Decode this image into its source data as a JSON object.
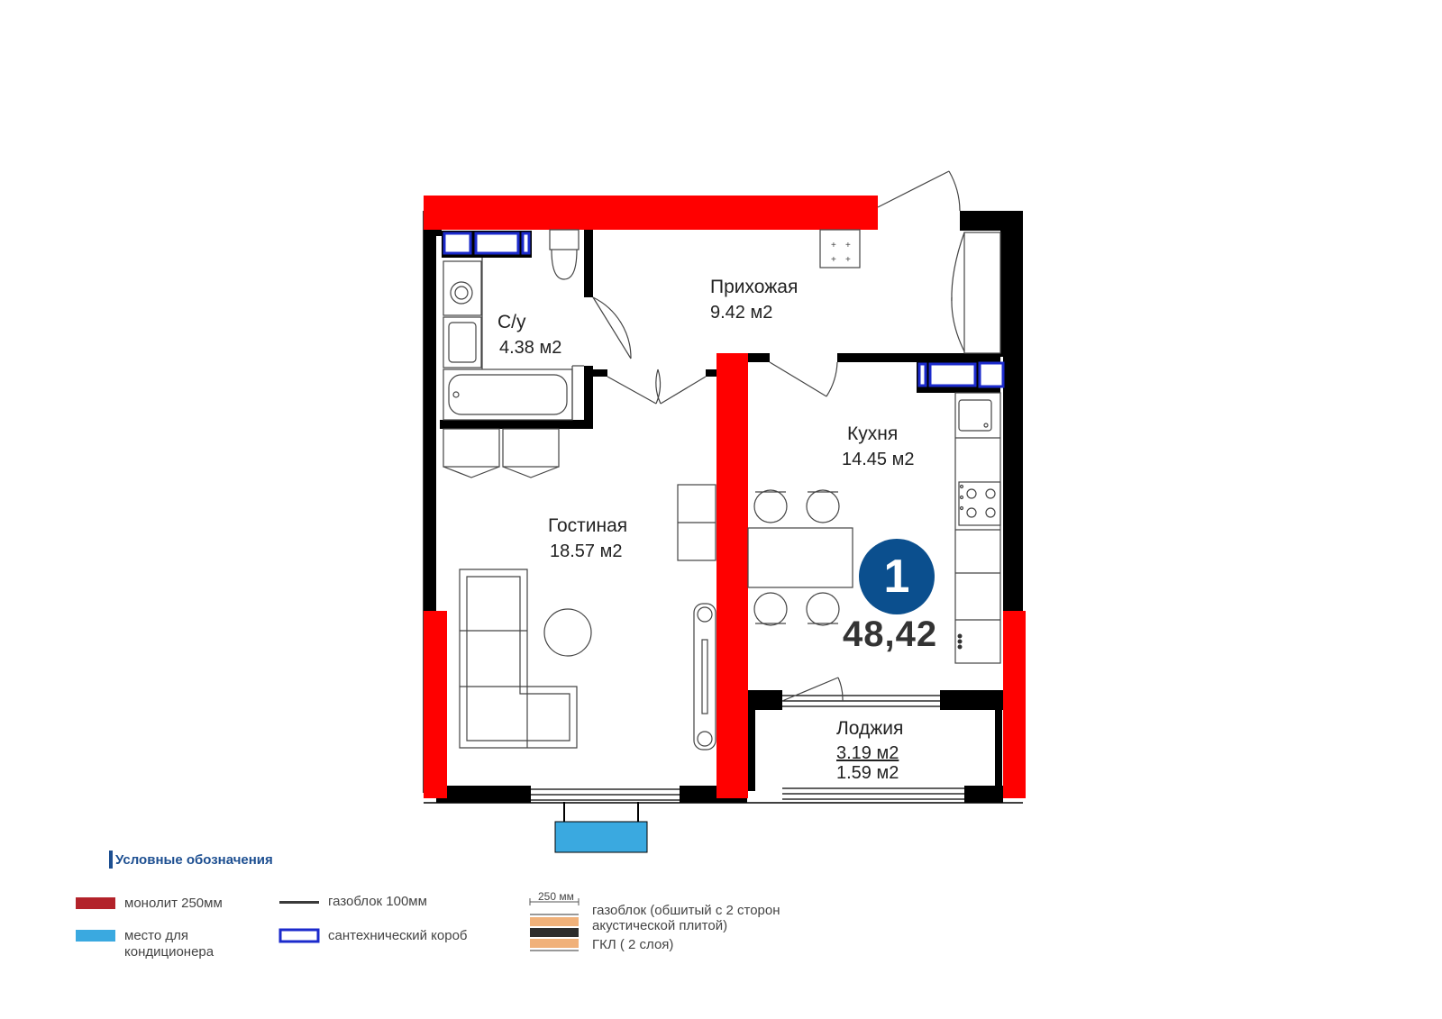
{
  "rooms": {
    "hallway": {
      "name": "Прихожая",
      "area": "9.42 м2"
    },
    "bathroom": {
      "name": "С/у",
      "area": "4.38 м2"
    },
    "kitchen": {
      "name": "Кухня",
      "area": "14.45 м2"
    },
    "living": {
      "name": "Гостиная",
      "area": "18.57 м2"
    },
    "loggia": {
      "name": "Лоджия",
      "area": "3.19 м2",
      "area2": "1.59 м2"
    }
  },
  "apartment": {
    "rooms_count": "1",
    "total_area": "48,42"
  },
  "legend": {
    "title": "Условные обозначения",
    "monolith": "монолит 250мм",
    "aerated_block": "газоблок 100мм",
    "ac_place_line1": "место для",
    "ac_place_line2": "кондиционера",
    "plumbing_box": "сантехнический короб",
    "thickness": "250 мм",
    "acoustic_line1": "газоблок (обшитый с 2 сторон",
    "acoustic_line2": "акустической плитой)",
    "gkl": "ГКЛ ( 2 слоя)"
  },
  "colors": {
    "monolith": "#ff0000",
    "monolith_legend": "#b3222a",
    "wall": "#000000",
    "ac_place": "#3aa9e0",
    "plumbing_box": "#1b2acc",
    "badge": "#0b4f8e",
    "legend_title": "#1d4f91"
  }
}
